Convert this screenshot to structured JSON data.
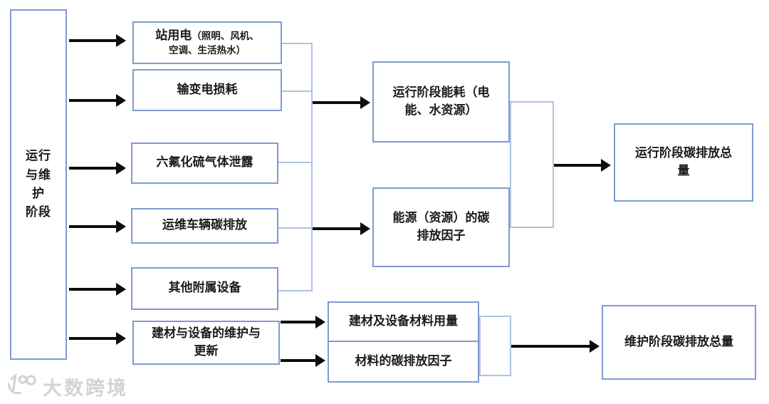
{
  "colors": {
    "box_border": "#7e9bd0",
    "connector": "#aec3e5",
    "arrow": "#0d0d0d",
    "text": "#1b1b1b",
    "watermark": "#d3d3d6"
  },
  "boxes": {
    "stage": {
      "label": "运行与维护阶段",
      "lines": [
        "运行",
        "与维",
        "护",
        "阶段"
      ]
    },
    "station_power": {
      "label": "站用电（照明、风机、空调、生活热水）",
      "main": "站用电",
      "paren_line1": "（照明、风机、",
      "paren_line2": "空调、生活热水）"
    },
    "transmission_loss": {
      "label": "输变电损耗"
    },
    "sf6_leak": {
      "label": "六氟化硫气体泄露"
    },
    "vehicle_emission": {
      "label": "运维车辆碳排放"
    },
    "other_equipment": {
      "label": "其他附属设备"
    },
    "material_maintenance": {
      "label": "建材与设备的维护与更新",
      "lines": [
        "建材与设备的维护与",
        "更新"
      ]
    },
    "operation_energy": {
      "label": "运行阶段能耗（电能、水资源）",
      "lines": [
        "运行阶段能耗（电",
        "能、水资源）"
      ]
    },
    "energy_carbon_factor": {
      "label": "能源（资源）的碳排放因子",
      "lines": [
        "能源（资源）的碳",
        "排放因子"
      ]
    },
    "material_usage": {
      "label": "建材及设备材料用量"
    },
    "material_carbon_factor": {
      "label": "材料的碳排放因子"
    },
    "operation_total": {
      "label": "运行阶段碳排放总量",
      "lines": [
        "运行阶段碳排放总",
        "量"
      ]
    },
    "maintenance_total": {
      "label": "维护阶段碳排放总量"
    }
  },
  "watermark": {
    "text": "大数跨境"
  }
}
